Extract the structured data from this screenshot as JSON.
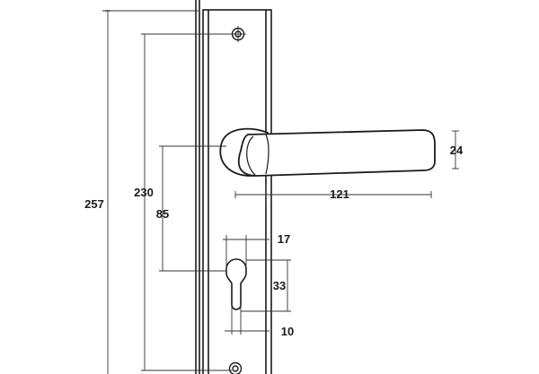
{
  "diagram": {
    "line_color": "#1a1a1a",
    "dimension_color": "#333333",
    "background": "#ffffff",
    "dimensions": {
      "total_height": "257",
      "hole_spacing": "230",
      "handle_to_keyhole": "85",
      "handle_length": "121",
      "handle_height": "24",
      "keyhole_top_width": "17",
      "keyhole_height": "33",
      "keyhole_bottom_width": "10"
    },
    "icons": {
      "top_screw": "screw-hole-icon",
      "bottom_screw": "screw-hole-icon",
      "keyhole": "euro-profile-cylinder-keyhole"
    }
  }
}
